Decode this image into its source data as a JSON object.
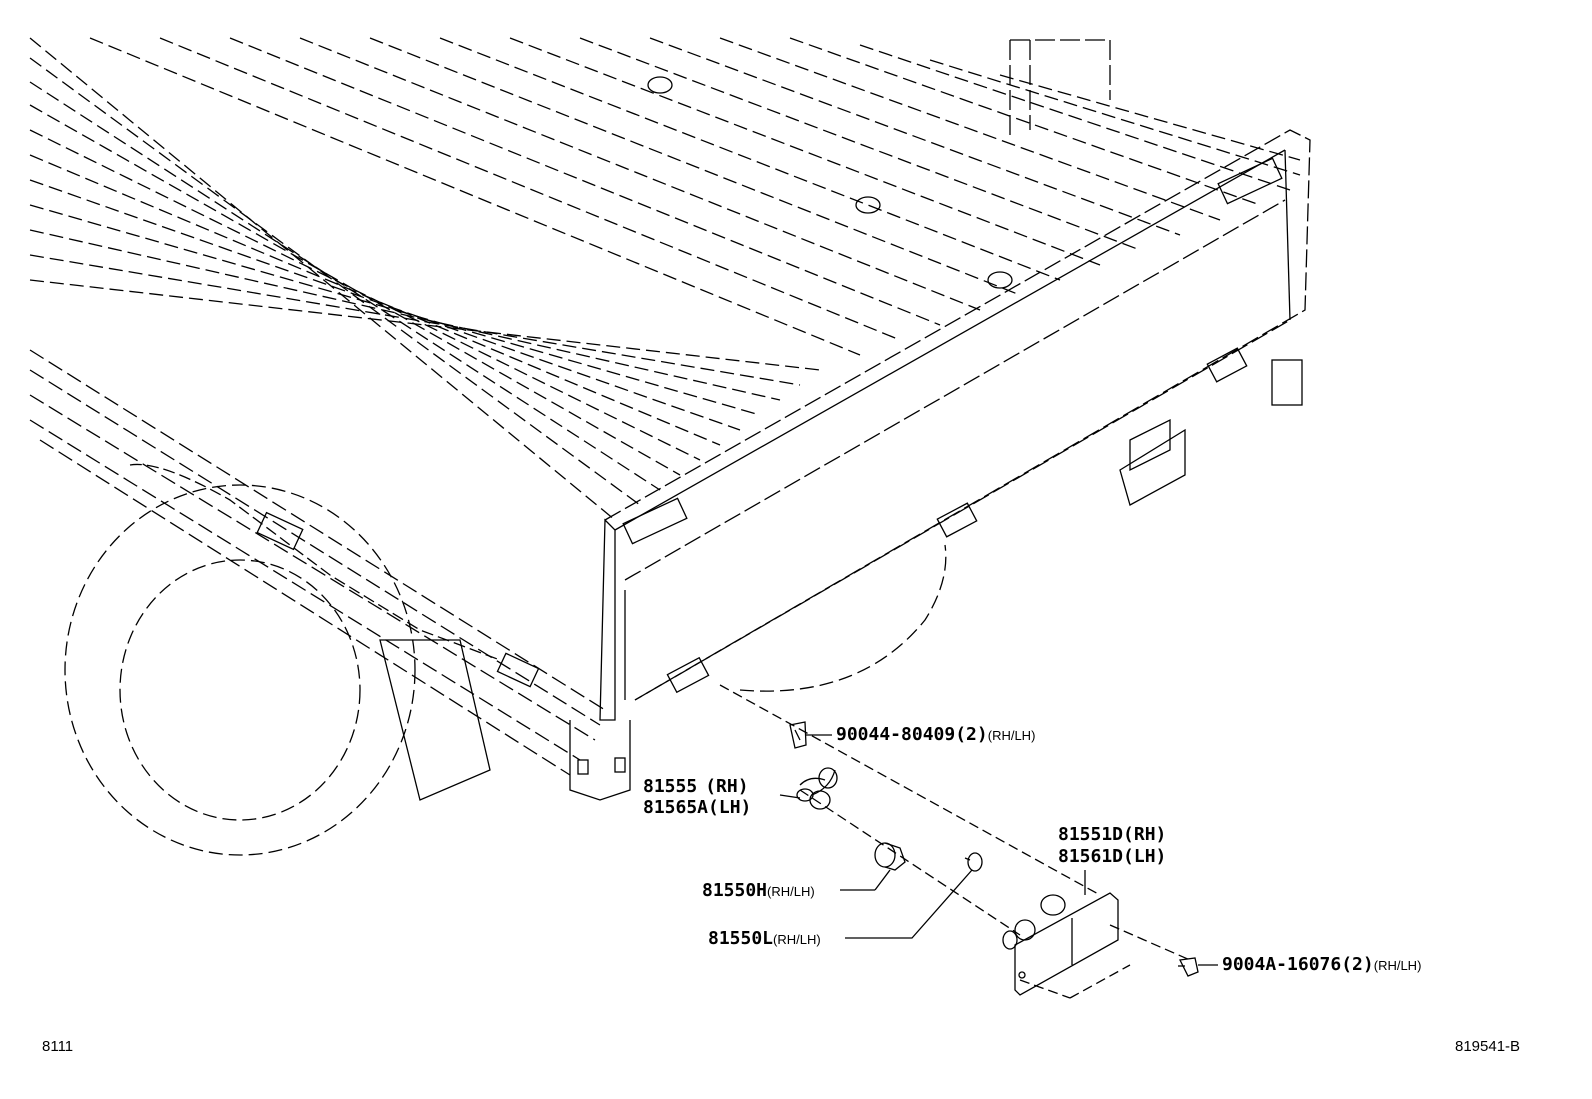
{
  "figure_code": "8111",
  "illustration_id": "819541-B",
  "parts": [
    {
      "number": "90044-80409",
      "qty": "(2)",
      "side": "(RH/LH)"
    },
    {
      "number": "81555",
      "side": "(RH)"
    },
    {
      "number": "81565A",
      "side": "(LH)"
    },
    {
      "number": "81551D",
      "side": "(RH)"
    },
    {
      "number": "81561D",
      "side": "(LH)"
    },
    {
      "number": "81550H",
      "side": "(RH/LH)"
    },
    {
      "number": "81550L",
      "side": "(RH/LH)"
    },
    {
      "number": "9004A-16076",
      "qty": "(2)",
      "side": "(RH/LH)"
    }
  ]
}
